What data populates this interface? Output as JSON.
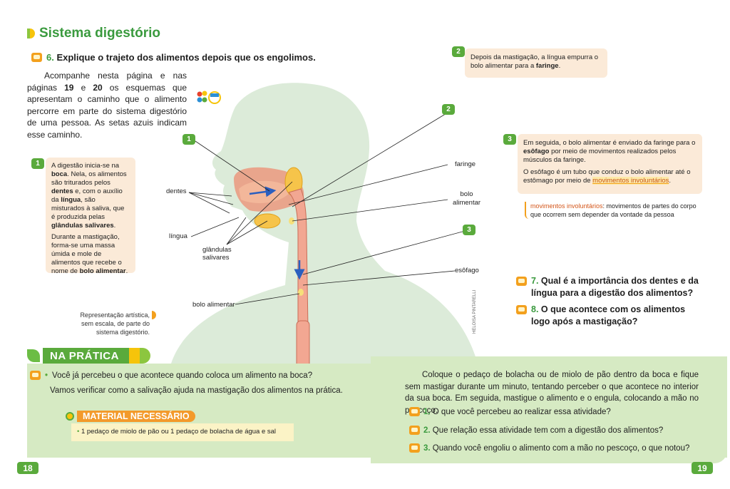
{
  "title": "Sistema digestório",
  "question6": {
    "number": "6.",
    "text": "Explique o trajeto dos alimentos depois que os engolimos."
  },
  "intro": {
    "p1": "Acompanhe nesta página e nas páginas ",
    "n19": "19",
    "p2": " e ",
    "n20": "20",
    "p3": " os esquemas que apresentam o caminho que o alimento percorre em parte do sistema digestório de uma pessoa. As setas azuis indicam esse caminho."
  },
  "steps": {
    "s1": {
      "badge": "1",
      "a": "A digestão inicia-se na ",
      "a_b": "boca",
      "b": ". Nela, os alimentos são triturados pelos ",
      "b_b": "dentes",
      "c": " e, com o auxílio da ",
      "c_b": "língua",
      "d": ", são misturados à saliva, que é produzida pelas ",
      "d_b": "glândulas salivares",
      "e": ".",
      "p2a": "Durante a mastigação, forma-se uma massa úmida e mole de alimentos que recebe o nome de ",
      "p2_b": "bolo alimentar",
      "p2b": "."
    },
    "s2": {
      "badge": "2",
      "a": "Depois da mastigação, a língua empurra o bolo alimentar para a ",
      "b": "faringe",
      "c": "."
    },
    "s3": {
      "badge": "3",
      "a": "Em seguida, o bolo alimentar é enviado da faringe para o ",
      "b": "esôfago",
      "c": " por meio de movimentos realizados pelos músculos da faringe.",
      "p2a": "O esôfago é um tubo que conduz o bolo alimentar até o estômago por meio de ",
      "p2_link": "movimentos involuntários",
      "p2b": "."
    }
  },
  "glossary": {
    "term": "movimentos involuntários",
    "definition": ": movimentos de partes do corpo que ocorrem sem depender da vontade da pessoa"
  },
  "labels": {
    "dentes": "dentes",
    "lingua": "língua",
    "glandulas": "glândulas salivares",
    "faringe": "faringe",
    "bolo1": "bolo alimentar",
    "esofago": "esôfago",
    "bolo2": "bolo alimentar"
  },
  "caption": "Representação artística, sem escala, de parte do sistema digestório.",
  "credit": "HELOISA PINTARELLI",
  "question7": {
    "number": "7.",
    "text": "Qual é a importância dos dentes e da língua para a digestão dos alimentos?"
  },
  "question8": {
    "number": "8.",
    "text": "O que acontece com os alimentos logo após a mastigação?"
  },
  "na_pratica": {
    "header": "NA PRÁTICA",
    "q": "Você já percebeu o que acontece quando coloca um alimento na boca?",
    "line": "Vamos verificar como a salivação ajuda na mastigação dos alimentos na prática.",
    "material_header": "MATERIAL NECESSÁRIO",
    "material_item": "1 pedaço de miolo de pão ou 1 pedaço de bolacha de água e sal",
    "instructions": "Coloque o pedaço de bolacha ou de miolo de pão dentro da boca e fique sem mastigar durante um minuto, tentando perceber o que acontece no interior da sua boca. Em seguida, mastigue o alimento e o engula, colocando a mão no pescoço.",
    "questions": [
      {
        "n": "1.",
        "text": "O que você percebeu ao realizar essa atividade?"
      },
      {
        "n": "2.",
        "text": "Que relação essa atividade tem com a digestão dos alimentos?"
      },
      {
        "n": "3.",
        "text": "Quando você engoliu o alimento com a mão no pescoço, o que notou?"
      }
    ]
  },
  "pages": {
    "left": "18",
    "right": "19"
  },
  "colors": {
    "green": "#3a9a3e",
    "orange": "#f3a01d",
    "peach": "#fbead8",
    "panel": "#d6eac3"
  }
}
